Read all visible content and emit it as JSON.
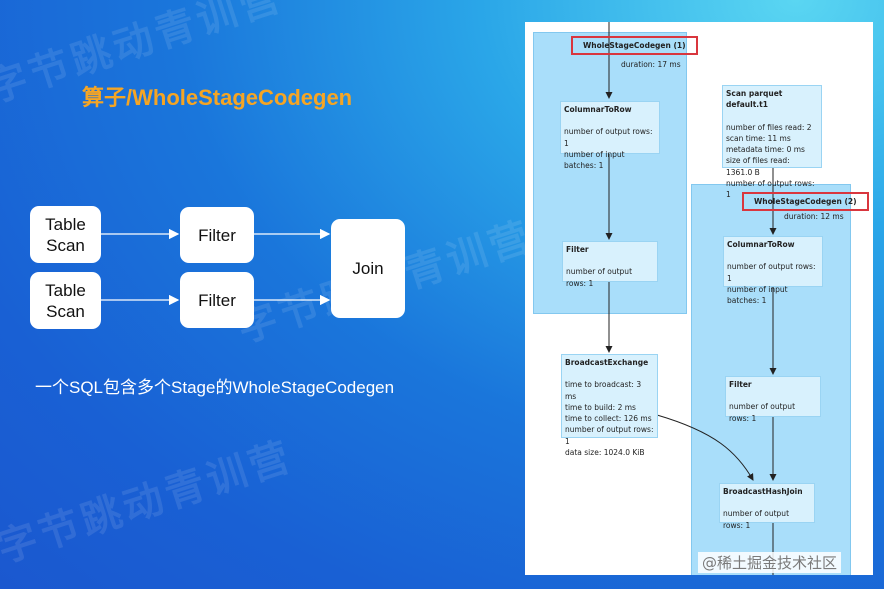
{
  "slide": {
    "title": "算子/WholeStageCodegen",
    "subtitle": "一个SQL包含多个Stage的WholeStageCodegen",
    "watermark": "字节跳动青训营",
    "credit": "@稀土掘金技术社区"
  },
  "flow": {
    "scan_top": "Table\nScan",
    "scan_bottom": "Table\nScan",
    "filter_top": "Filter",
    "filter_bottom": "Filter",
    "join": "Join"
  },
  "plan": {
    "stage1": {
      "label": "WholeStageCodegen (1)",
      "duration": "duration: 17 ms"
    },
    "stage2": {
      "label": "WholeStageCodegen (2)",
      "duration": "duration: 12 ms"
    },
    "columnar1": {
      "title": "ColumnarToRow",
      "metrics": [
        "number of output rows: 1",
        "number of input batches: 1"
      ]
    },
    "filter1": {
      "title": "Filter",
      "metrics": [
        "number of output rows: 1"
      ]
    },
    "broadcast": {
      "title": "BroadcastExchange",
      "metrics": [
        "time to broadcast: 3 ms",
        "time to build: 2 ms",
        "time to collect: 126 ms",
        "number of output rows: 1",
        "data size: 1024.0 KiB"
      ]
    },
    "scan": {
      "title": "Scan parquet default.t1",
      "metrics": [
        "number of files read: 2",
        "scan time: 11 ms",
        "metadata time: 0 ms",
        "size of files read: 1361.0 B",
        "number of output rows: 1"
      ]
    },
    "columnar2": {
      "title": "ColumnarToRow",
      "metrics": [
        "number of output rows: 1",
        "number of input batches: 1"
      ]
    },
    "filter2": {
      "title": "Filter",
      "metrics": [
        "number of output rows: 1"
      ]
    },
    "bhj": {
      "title": "BroadcastHashJoin",
      "metrics": [
        "number of output rows: 1"
      ]
    }
  },
  "colors": {
    "title": "#f5a524",
    "highlight": "#d9363e",
    "stage": "#a9defa",
    "node": "#d8f1fd"
  }
}
